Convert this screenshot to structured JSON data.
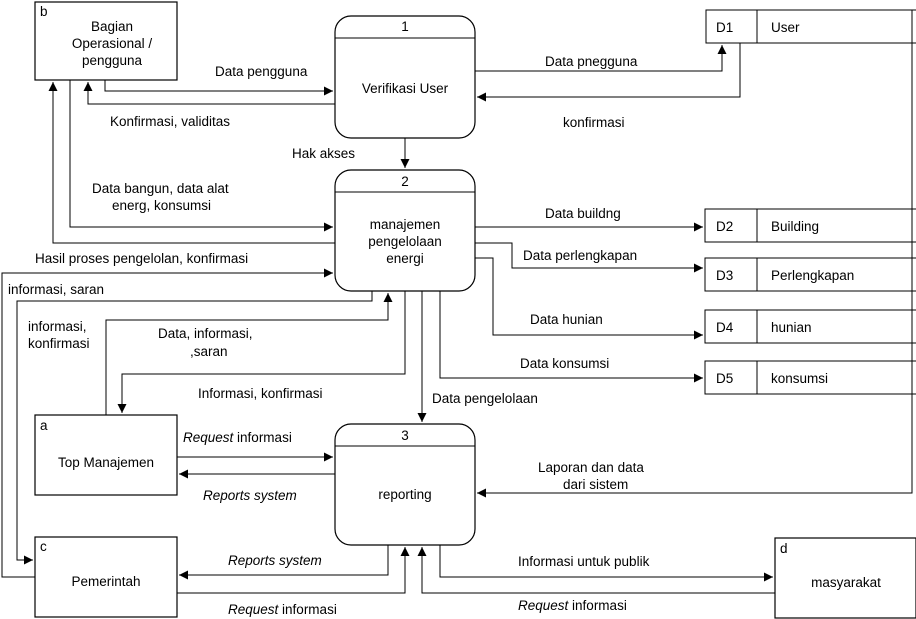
{
  "entities": {
    "b": {
      "id": "b",
      "lines": [
        "Bagian",
        "Operasional /",
        "pengguna"
      ]
    },
    "a": {
      "id": "a",
      "lines": [
        "Top Manajemen"
      ]
    },
    "c": {
      "id": "c",
      "lines": [
        "Pemerintah"
      ]
    },
    "d": {
      "id": "d",
      "lines": [
        "masyarakat"
      ]
    }
  },
  "processes": {
    "p1": {
      "num": "1",
      "lines": [
        "Verifikasi User"
      ]
    },
    "p2": {
      "num": "2",
      "lines": [
        "manajemen",
        "pengelolaan",
        "energi"
      ]
    },
    "p3": {
      "num": "3",
      "lines": [
        "reporting"
      ]
    }
  },
  "stores": {
    "d1": {
      "id": "D1",
      "name": "User"
    },
    "d2": {
      "id": "D2",
      "name": "Building"
    },
    "d3": {
      "id": "D3",
      "name": "Perlengkapan"
    },
    "d4": {
      "id": "D4",
      "name": "hunian"
    },
    "d5": {
      "id": "D5",
      "name": "konsumsi"
    }
  },
  "flows": {
    "data_pengguna": "Data pengguna",
    "konfirmasi_validitas": "Konfirmasi, validitas",
    "data_pnegguna": "Data pnegguna",
    "konfirmasi": "konfirmasi",
    "hak_akses": "Hak akses",
    "data_bangun": [
      "Data bangun, data alat",
      "energ, konsumsi"
    ],
    "hasil_proses": "Hasil proses pengelolan, konfirmasi",
    "informasi_saran": "informasi, saran",
    "informasi_konfirmasi_left": [
      "informasi,",
      "konfirmasi"
    ],
    "data_informasi_saran": [
      "Data, informasi,",
      ",saran"
    ],
    "informasi_konfirmasi": "Informasi, konfirmasi",
    "data_building": "Data buildng",
    "data_perlengkapan": "Data perlengkapan",
    "data_hunian": "Data hunian",
    "data_konsumsi": "Data konsumsi",
    "data_pengelolaan": "Data pengelolaan",
    "request_ta": {
      "em": "Request",
      "rest": " informasi"
    },
    "reports_ta": "Reports system",
    "laporan": [
      "Laporan dan data",
      "dari sistem"
    ],
    "reports_pem": "Reports system",
    "request_pem": {
      "em": "Request",
      "rest": " informasi"
    },
    "info_publik": "Informasi untuk publik",
    "request_mas": {
      "em": "Request",
      "rest": " informasi"
    }
  }
}
